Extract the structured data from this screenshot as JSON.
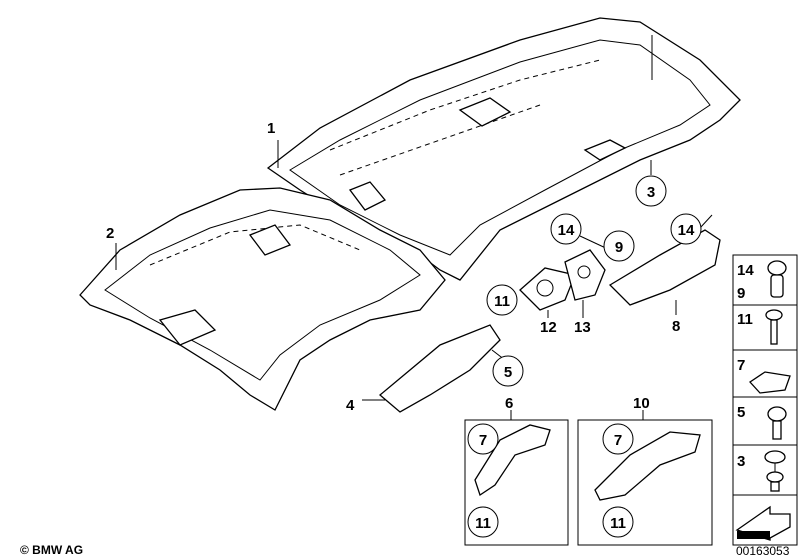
{
  "diagram": {
    "callouts": {
      "c1": "1",
      "c2": "2",
      "c3": "3",
      "c4": "4",
      "c5": "5",
      "c6": "6",
      "c7a": "7",
      "c7b": "7",
      "c8": "8",
      "c9": "9",
      "c10": "10",
      "c11a": "11",
      "c11b": "11",
      "c11c": "11",
      "c12": "12",
      "c13": "13",
      "c14a": "14",
      "c14b": "14"
    },
    "legend": [
      {
        "labels": [
          "14",
          "9"
        ],
        "icon": "bolt-icon"
      },
      {
        "labels": [
          "11"
        ],
        "icon": "screw-icon"
      },
      {
        "labels": [
          "7"
        ],
        "icon": "pad-icon"
      },
      {
        "labels": [
          "5"
        ],
        "icon": "self-tapping-screw-icon"
      },
      {
        "labels": [
          "3"
        ],
        "icon": "clip-icon"
      },
      {
        "labels": [],
        "icon": "arrow-icon"
      }
    ],
    "copyright": "© BMW AG",
    "diagram_number": "00163053"
  }
}
